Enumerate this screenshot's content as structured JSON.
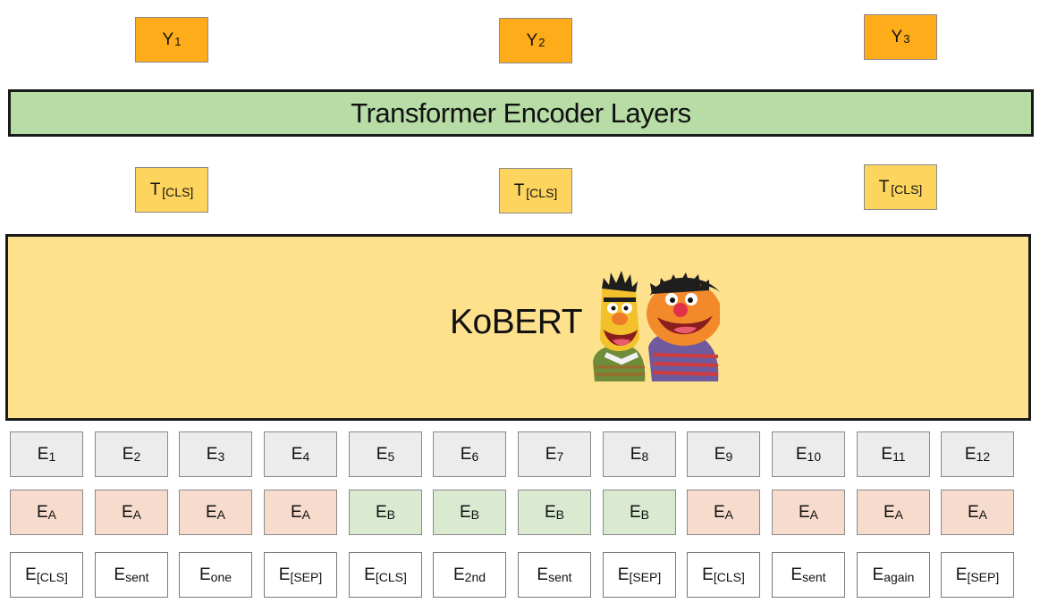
{
  "outputs": [
    {
      "main": "Y",
      "sub": "1"
    },
    {
      "main": "Y",
      "sub": "2"
    },
    {
      "main": "Y",
      "sub": "3"
    }
  ],
  "encoder_label": "Transformer Encoder Layers",
  "cls_outputs": [
    {
      "main": "T",
      "sub": "[CLS]"
    },
    {
      "main": "T",
      "sub": "[CLS]"
    },
    {
      "main": "T",
      "sub": "[CLS]"
    }
  ],
  "model_label": "KoBERT",
  "colors": {
    "output_box": "#ffac1a",
    "cls_box": "#fdd45d",
    "encoder": "#b7dca6",
    "model": "#fde18d",
    "token_row": "#ececec",
    "segment_a": "#f7dccd",
    "segment_b": "#d9ead1"
  },
  "token_embeddings": [
    {
      "main": "E",
      "sub": "1"
    },
    {
      "main": "E",
      "sub": "2"
    },
    {
      "main": "E",
      "sub": "3"
    },
    {
      "main": "E",
      "sub": "4"
    },
    {
      "main": "E",
      "sub": "5"
    },
    {
      "main": "E",
      "sub": "6"
    },
    {
      "main": "E",
      "sub": "7"
    },
    {
      "main": "E",
      "sub": "8"
    },
    {
      "main": "E",
      "sub": "9"
    },
    {
      "main": "E",
      "sub": "10"
    },
    {
      "main": "E",
      "sub": "11"
    },
    {
      "main": "E",
      "sub": "12"
    }
  ],
  "segment_embeddings": [
    {
      "main": "E",
      "sub": "A",
      "segment": "A"
    },
    {
      "main": "E",
      "sub": "A",
      "segment": "A"
    },
    {
      "main": "E",
      "sub": "A",
      "segment": "A"
    },
    {
      "main": "E",
      "sub": "A",
      "segment": "A"
    },
    {
      "main": "E",
      "sub": "B",
      "segment": "B"
    },
    {
      "main": "E",
      "sub": "B",
      "segment": "B"
    },
    {
      "main": "E",
      "sub": "B",
      "segment": "B"
    },
    {
      "main": "E",
      "sub": "B",
      "segment": "B"
    },
    {
      "main": "E",
      "sub": "A",
      "segment": "A"
    },
    {
      "main": "E",
      "sub": "A",
      "segment": "A"
    },
    {
      "main": "E",
      "sub": "A",
      "segment": "A"
    },
    {
      "main": "E",
      "sub": "A",
      "segment": "A"
    }
  ],
  "word_embeddings": [
    {
      "main": "E",
      "sub": "[CLS]"
    },
    {
      "main": "E",
      "sub": "sent"
    },
    {
      "main": "E",
      "sub": "one"
    },
    {
      "main": "E",
      "sub": "[SEP]"
    },
    {
      "main": "E",
      "sub": "[CLS]"
    },
    {
      "main": "E",
      "sub": "2nd"
    },
    {
      "main": "E",
      "sub": "sent"
    },
    {
      "main": "E",
      "sub": "[SEP]"
    },
    {
      "main": "E",
      "sub": "[CLS]"
    },
    {
      "main": "E",
      "sub": "sent"
    },
    {
      "main": "E",
      "sub": "again"
    },
    {
      "main": "E",
      "sub": "[SEP]"
    }
  ]
}
